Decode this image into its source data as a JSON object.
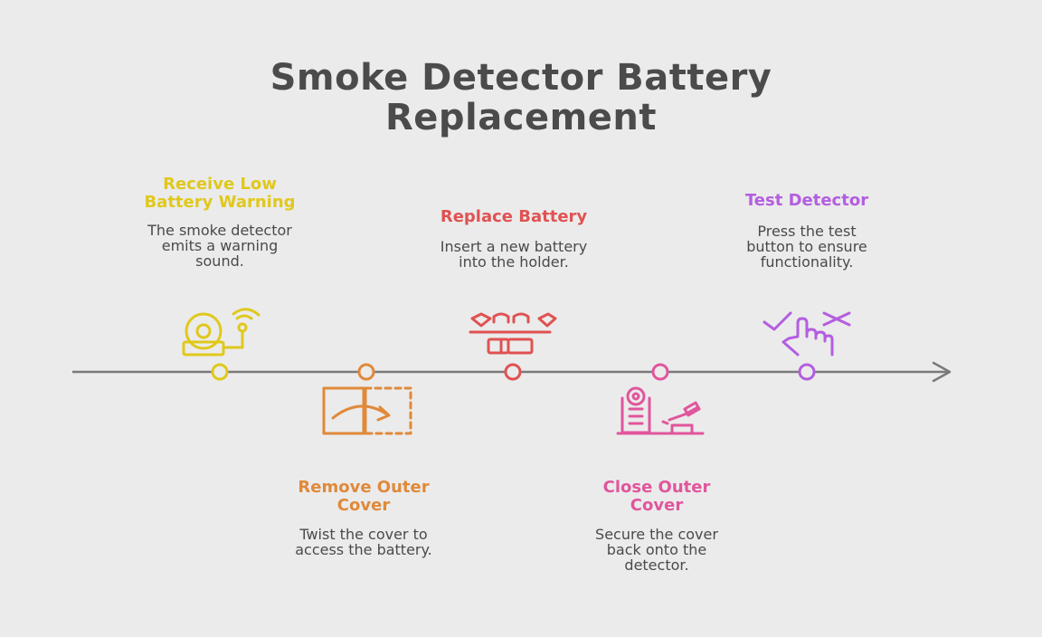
{
  "title": {
    "line1": "Smoke Detector Battery",
    "line2": "Replacement"
  },
  "steps": [
    {
      "title_lines": [
        "Receive Low",
        "Battery Warning"
      ],
      "desc_lines": [
        "The smoke detector",
        "emits a warning",
        "sound."
      ],
      "color": "#e0c81c",
      "icon": "alarm-bell-icon"
    },
    {
      "title_lines": [
        "Remove Outer",
        "Cover"
      ],
      "desc_lines": [
        "Twist the cover to",
        "access the battery."
      ],
      "color": "#e0893a",
      "icon": "cover-rotate-icon"
    },
    {
      "title_lines": [
        "Replace Battery"
      ],
      "desc_lines": [
        "Insert a new battery",
        "into the holder."
      ],
      "color": "#e05252",
      "icon": "battery-holder-icon"
    },
    {
      "title_lines": [
        "Close Outer",
        "Cover"
      ],
      "desc_lines": [
        "Secure the cover",
        "back onto the",
        "detector."
      ],
      "color": "#e0569c",
      "icon": "detector-cover-icon"
    },
    {
      "title_lines": [
        "Test Detector"
      ],
      "desc_lines": [
        "Press the test",
        "button to ensure",
        "functionality."
      ],
      "color": "#b35ee0",
      "icon": "test-hand-icon"
    }
  ],
  "timeline": {
    "line_color": "#7a7a7a"
  }
}
